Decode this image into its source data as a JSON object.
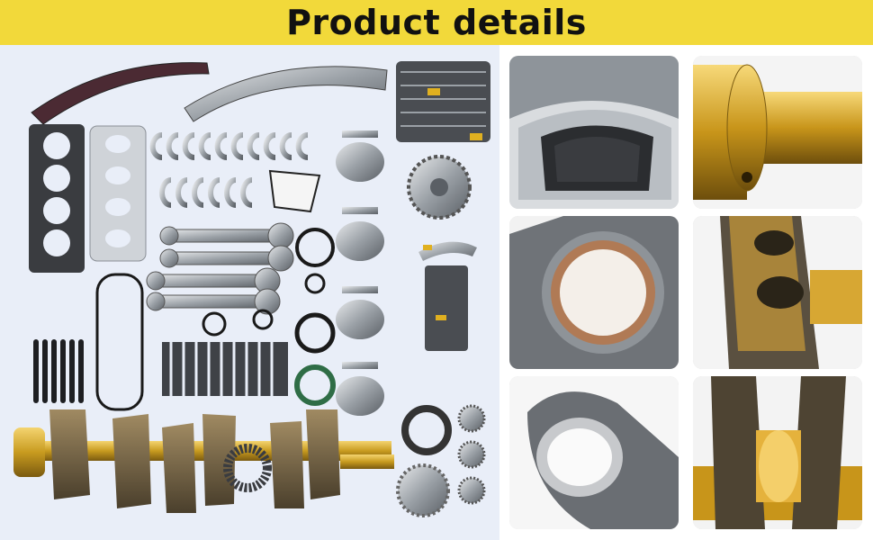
{
  "header": {
    "title": "Product details"
  },
  "main_image": {
    "subject": "engine-rebuild-kit-parts"
  },
  "detail_tiles": [
    {
      "subject": "piston-skirt-closeup"
    },
    {
      "subject": "crankshaft-journal-closeup"
    },
    {
      "subject": "connecting-rod-bearing-closeup"
    },
    {
      "subject": "crankshaft-oil-hole-closeup"
    },
    {
      "subject": "connecting-rod-big-end"
    },
    {
      "subject": "crankshaft-counterweight-closeup"
    }
  ],
  "colors": {
    "banner": "#f2d93a",
    "panel_bg": "#e9eef8",
    "gold": "#c89b1f",
    "steel": "#8a8f96",
    "dark_steel": "#3c4045"
  }
}
